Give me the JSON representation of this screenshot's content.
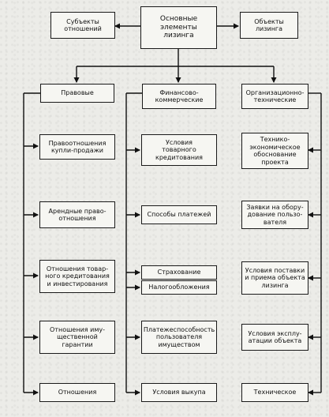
{
  "top": {
    "subjects": "Субъекты\nотношений",
    "main": "Основные\nэлементы\nлизинга",
    "objects": "Объекты\nлизинга"
  },
  "columns": {
    "legal": {
      "header": "Правовые",
      "items": [
        "Правоотношения\nкупли-продажи",
        "Арендные право-\nотношения",
        "Отношения товар-\nного кредитования\nи инвестирования",
        "Отношения иму-\nщественной\nгарантии",
        "Отношения"
      ]
    },
    "finance": {
      "header": "Финансово-\nкоммерческие",
      "items": [
        "Условия\nтоварного\nкредитования",
        "Способы платежей",
        "Страхование",
        "Налогообложения",
        "Платежеспособность\nпользователя\nимуществом",
        "Условия выкупа"
      ]
    },
    "org": {
      "header": "Организационно-\nтехнические",
      "items": [
        "Технико-\nэкономическое\nобоснование\nпроекта",
        "Заявки на обору-\nдование пользо-\nвателя",
        "Условия поставки\nи приема объекта\nлизинга",
        "Условия эксплу-\nатации объекта",
        "Техническое"
      ]
    }
  }
}
